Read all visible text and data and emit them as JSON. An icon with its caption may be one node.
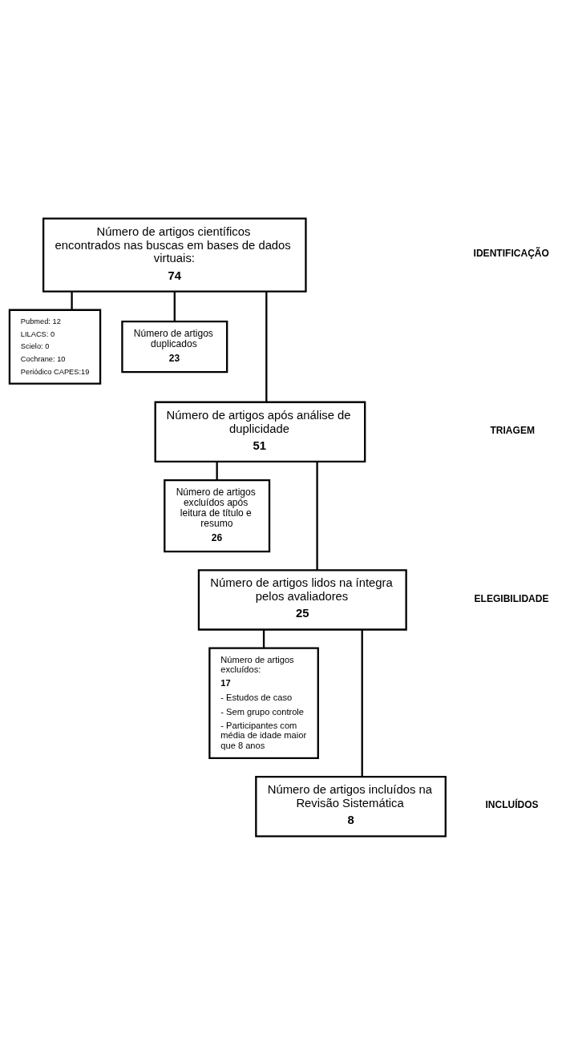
{
  "diagram": {
    "nodes": [
      {
        "text": [
          "Número de artigos científicos encontrados nas buscas em bases de dados virtuais:",
          "74"
        ]
      },
      {
        "text": [
          "Pubmed: 12",
          "LILACS: 0",
          "Scielo: 0",
          "Cochrane: 10",
          "Periódico CAPES:19"
        ]
      },
      {
        "text": [
          "Número de artigos duplicados",
          "23"
        ]
      },
      {
        "text": [
          "Número de artigos após análise de duplicidade",
          "51"
        ]
      },
      {
        "text": [
          "Número de artigos excluídos após leitura de título e resumo",
          "26"
        ]
      },
      {
        "text": [
          "Número de artigos lidos na íntegra pelos avaliadores",
          "25"
        ]
      },
      {
        "text": [
          "Número de artigos excluídos:",
          "17",
          "- Estudos de caso",
          "- Sem grupo controle",
          "- Participantes com média de idade maior que 8 anos"
        ]
      },
      {
        "text": [
          "Número de artigos incluídos na Revisão Sistemática",
          "8"
        ]
      }
    ],
    "edges": [
      {
        "from": 0,
        "to": 1,
        "arrow": "none"
      },
      {
        "from": 0,
        "to": 3,
        "arrow": "none"
      },
      {
        "from": 0,
        "to": 2,
        "arrow": "none"
      },
      {
        "from": 3,
        "to": 5,
        "arrow": "none"
      },
      {
        "from": 3,
        "to": 4,
        "arrow": "none"
      },
      {
        "from": 5,
        "to": 7,
        "arrow": "none"
      },
      {
        "from": 5,
        "to": 6,
        "arrow": "none"
      }
    ],
    "labels": [
      "IDENTIFICAÇÃO",
      "TRIAGEM",
      "ELEGIBILIDADE",
      "INCLUÍDOS"
    ]
  }
}
